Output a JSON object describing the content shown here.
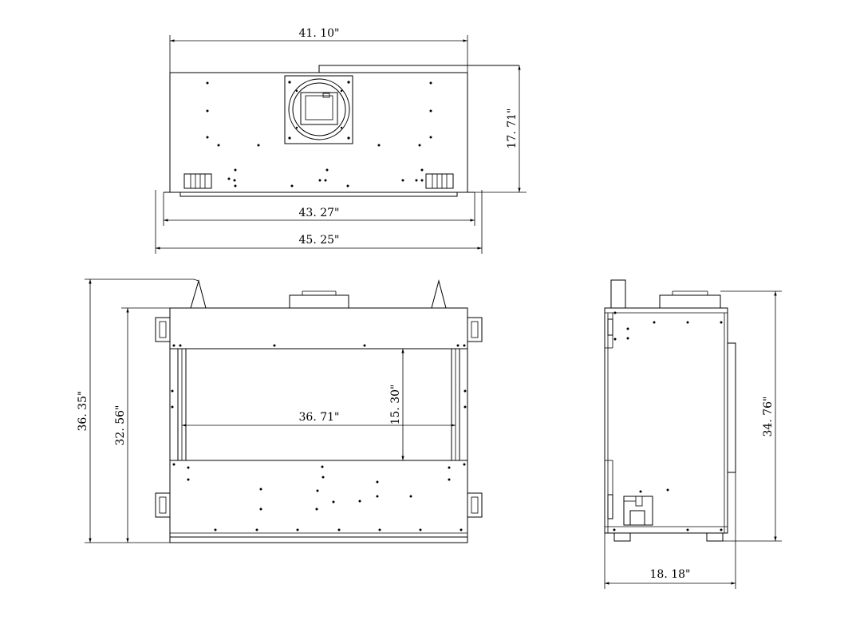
{
  "dimensions": {
    "top_view_width": "41. 10\"",
    "top_view_depth": "17. 71\"",
    "top_view_flange_width": "43. 27\"",
    "top_view_overall_width": "45. 25\"",
    "front_overall_height": "36. 35\"",
    "front_body_height": "32. 56\"",
    "front_opening_width": "36. 71\"",
    "front_opening_height": "15. 30\"",
    "side_height": "34. 76\"",
    "side_depth": "18. 18\""
  }
}
